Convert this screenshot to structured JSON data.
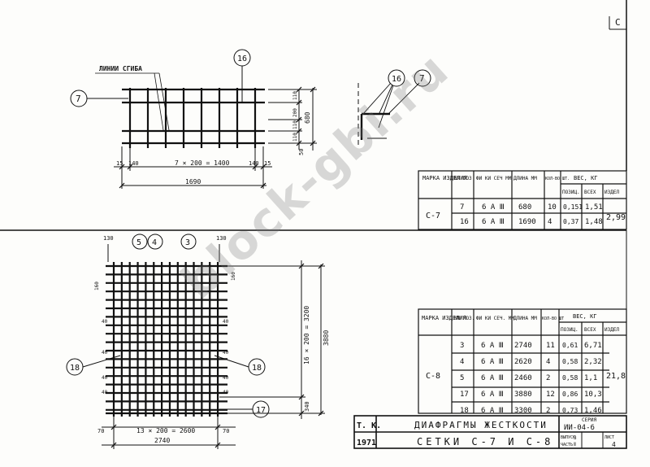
{
  "corner_mark": "С",
  "mesh_c7": {
    "label_bend_lines": "ЛИНИИ СГИБА",
    "callout_7": "7",
    "callout_16": "16",
    "dim_spacing": "7 × 200 = 1400",
    "dim_total": "1690",
    "dim_left_a": "15",
    "dim_left_b": "140",
    "dim_right_a": "140",
    "dim_right_b": "15",
    "dim_height": "680",
    "dim_v_parts": [
      "110",
      "200",
      "110",
      "110"
    ],
    "dim_bottom": "50"
  },
  "section_c7": {
    "callout_16": "16",
    "callout_7": "7"
  },
  "table_c7": {
    "headers": [
      "МАРКА ИЗДЕЛИЯ",
      "NN ПОЗ",
      "ФИ КИ СЕЧ ММ",
      "ДЛИНА ММ",
      "КОЛ-ВО ШТ."
    ],
    "weight_header": "ВЕС, КГ",
    "weight_sub": [
      "ПОЗИЦ.",
      "ВСЕХ",
      "ИЗДЕЛ"
    ],
    "mark": "С-7",
    "rows": [
      {
        "pos": "7",
        "steel": "6 А Ⅲ",
        "length": "680",
        "qty": "10",
        "unit": "0,151",
        "all": "1,51"
      },
      {
        "pos": "16",
        "steel": "6 А Ⅲ",
        "length": "1690",
        "qty": "4",
        "unit": "0,37",
        "all": "1,48"
      }
    ],
    "total": "2,99"
  },
  "mesh_c8": {
    "callout_5": "5",
    "callout_4": "4",
    "callout_3": "3",
    "callout_18_left": "18",
    "callout_18_right": "18",
    "callout_17": "17",
    "dim_top_left": "130",
    "dim_top_right": "130",
    "dim_left_top": "160",
    "dim_right_top": "160",
    "dim_left_vals": [
      "40",
      "40",
      "40",
      "40"
    ],
    "dim_right_vals": [
      "40",
      "40",
      "40",
      "40"
    ],
    "dim_spacing_h": "13 × 200 = 2600",
    "dim_total_h": "2740",
    "dim_side_left": "70",
    "dim_side_right": "70",
    "dim_spacing_v": "16 × 200 = 3200",
    "dim_total_v": "3880",
    "dim_bottom_v": "340"
  },
  "table_c8": {
    "headers": [
      "МАРКА ИЗДЕЛИЯ",
      "NN ПОЗ.",
      "ФИ КИ СЕЧ. ММ",
      "ДЛИНА ММ",
      "КОЛ-ВО ШТ"
    ],
    "weight_header": "ВЕС, КГ",
    "weight_sub": [
      "ПОЗИЦ.",
      "ВСЕХ",
      "ИЗДЕЛ"
    ],
    "mark": "С-8",
    "rows": [
      {
        "pos": "3",
        "steel": "6 А Ⅲ",
        "length": "2740",
        "qty": "11",
        "unit": "0,61",
        "all": "6,71"
      },
      {
        "pos": "4",
        "steel": "6 А Ⅲ",
        "length": "2620",
        "qty": "4",
        "unit": "0,58",
        "all": "2,32"
      },
      {
        "pos": "5",
        "steel": "6 А Ⅲ",
        "length": "2460",
        "qty": "2",
        "unit": "0,58",
        "all": "1,1"
      },
      {
        "pos": "17",
        "steel": "6 А Ⅲ",
        "length": "3880",
        "qty": "12",
        "unit": "0,86",
        "all": "10,3"
      },
      {
        "pos": "18",
        "steel": "6 А Ⅲ",
        "length": "3300",
        "qty": "2",
        "unit": "0,73",
        "all": "1,46"
      }
    ],
    "total": "21,8"
  },
  "title_block": {
    "code": "Т. К.",
    "year": "1971",
    "title": "ДИАФРАГМЫ ЖЕСТКОСТИ",
    "subtitle": "СЕТКИ С-7 И С-8",
    "series_label": "СЕРИЯ",
    "series": "ИИ-04-6",
    "issue_label": "ВЫПУСК",
    "issue": "3",
    "part_label": "ЧАСТЬ",
    "part": "Ⅱ",
    "sheet_label": "ЛИСТ",
    "sheet": "4"
  },
  "watermark": "block-gbi.ru"
}
